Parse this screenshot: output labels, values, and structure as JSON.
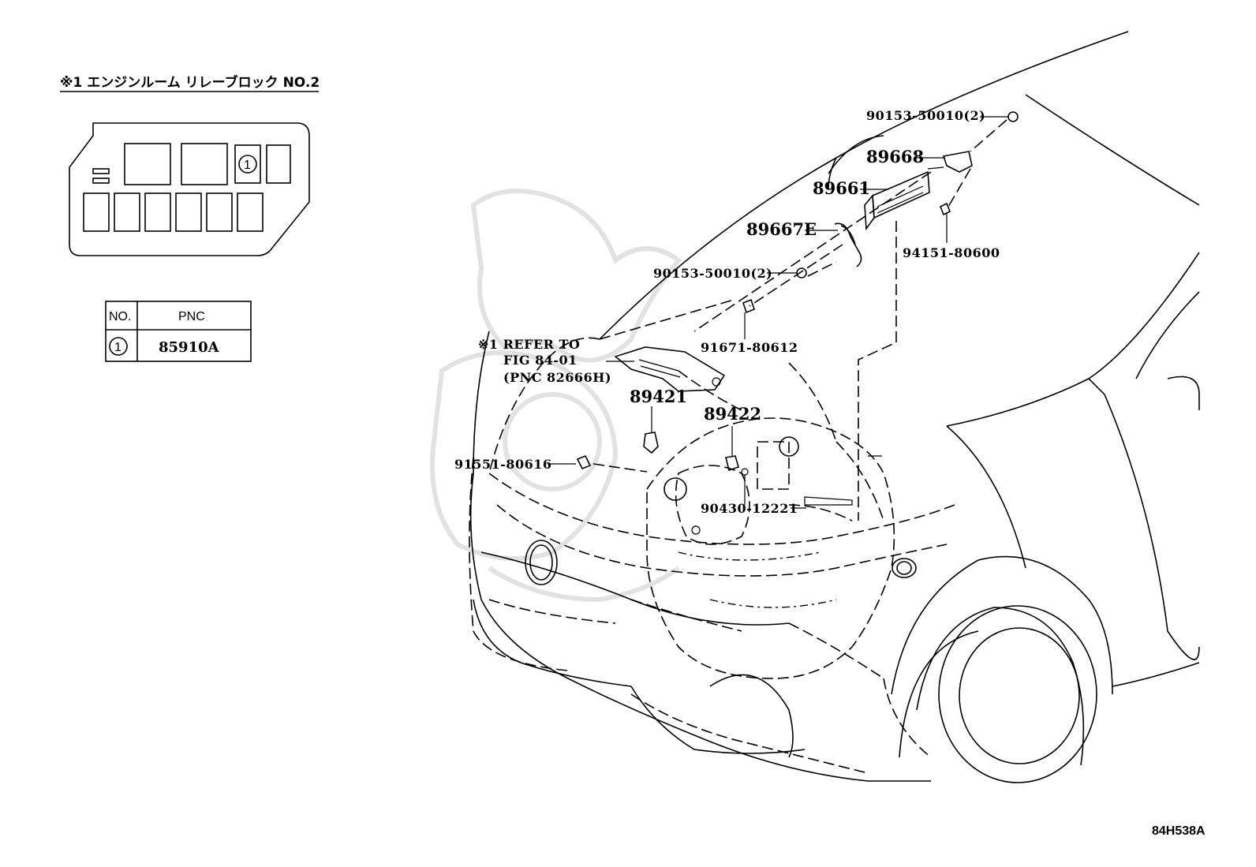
{
  "relay_block": {
    "title": "※1 エンジンルーム リレーブロック NO.2",
    "slot_marker": "1"
  },
  "pnc_table": {
    "header_no": "NO.",
    "header_pnc": "PNC",
    "row_no": "1",
    "row_pnc": "85910A"
  },
  "callouts": {
    "c1": "90153-50010(2)",
    "c2": "89668",
    "c3": "89661",
    "c4": "89667E",
    "c5": "94151-80600",
    "c6": "90153-50010(2)",
    "c7": "91671-80612",
    "c8_line1": "※1 REFER TO",
    "c8_line2": "FIG 84-01",
    "c8_line3": "(PNC 82666H)",
    "c9": "89421",
    "c10": "89422",
    "c11": "91551-80616",
    "c12": "90430-12221"
  },
  "figure_code": "84H538A"
}
